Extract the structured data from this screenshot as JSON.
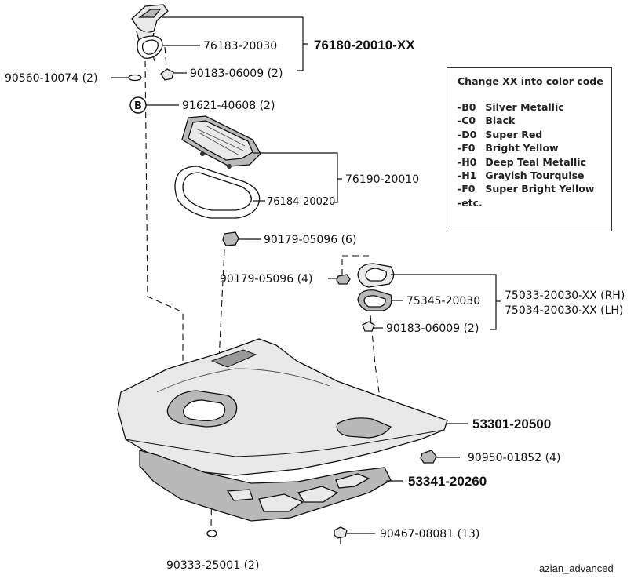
{
  "part_labels": {
    "p76183": "76183-20030",
    "p76180": "76180-20010-XX",
    "p90560": "90560-10074 (2)",
    "p90183a": "90183-06009 (2)",
    "p91621": "91621-40608 (2)",
    "p76190": "76190-20010",
    "p76184": "76184-20020",
    "p90179a": "90179-05096 (6)",
    "p90179b": "90179-05096 (4)",
    "p75345": "75345-20030",
    "p75033": "75033-20030-XX  (RH)",
    "p75034": "75034-20030-XX  (LH)",
    "p90183b": "90183-06009 (2)",
    "p53301": "53301-20500",
    "p90950": "90950-01852 (4)",
    "p53341": "53341-20260",
    "p90467": "90467-08081  (13)",
    "p90333": "90333-25001 (2)"
  },
  "callout_letter": "B",
  "legend": {
    "title": "Change XX into color code",
    "items": [
      {
        "code": "-B0",
        "name": "Silver Metallic"
      },
      {
        "code": "-C0",
        "name": "Black"
      },
      {
        "code": "-D0",
        "name": "Super Red"
      },
      {
        "code": "-F0",
        "name": "Bright Yellow"
      },
      {
        "code": "-H0",
        "name": "Deep Teal Metallic"
      },
      {
        "code": "-H1",
        "name": "Grayish Tourquise"
      },
      {
        "code": "-F0",
        "name": "Super Bright Yellow"
      },
      {
        "code": "-etc.",
        "name": ""
      }
    ]
  },
  "watermark": "azian_advanced"
}
